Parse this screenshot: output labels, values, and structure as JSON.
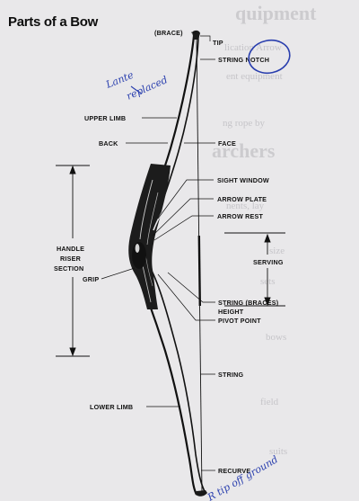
{
  "diagram": {
    "title": "Parts of a Bow",
    "labels": {
      "brace": "(BRACE)",
      "tip": "TIP",
      "string_notch": "STRING NOTCH",
      "upper_limb": "UPPER LIMB",
      "back": "BACK",
      "face": "FACE",
      "sight_window": "SIGHT WINDOW",
      "arrow_plate": "ARROW PLATE",
      "arrow_rest": "ARROW REST",
      "handle_riser_1": "HANDLE",
      "handle_riser_2": "RISER",
      "handle_riser_3": "SECTION",
      "serving": "SERVING",
      "grip": "GRIP",
      "string_height_1": "STRING (BRACES)",
      "string_height_2": "HEIGHT",
      "pivot_point": "PIVOT POINT",
      "string": "STRING",
      "lower_limb": "LOWER LIMB",
      "recurve": "RECURVE"
    },
    "annotations": {
      "handwritten_top_1": "Lante",
      "handwritten_top_2": "replaced",
      "handwritten_bottom": "R tip off ground"
    },
    "colors": {
      "ink": "#111111",
      "pen": "#2a3fae",
      "paper": "#e9e8ea"
    }
  }
}
